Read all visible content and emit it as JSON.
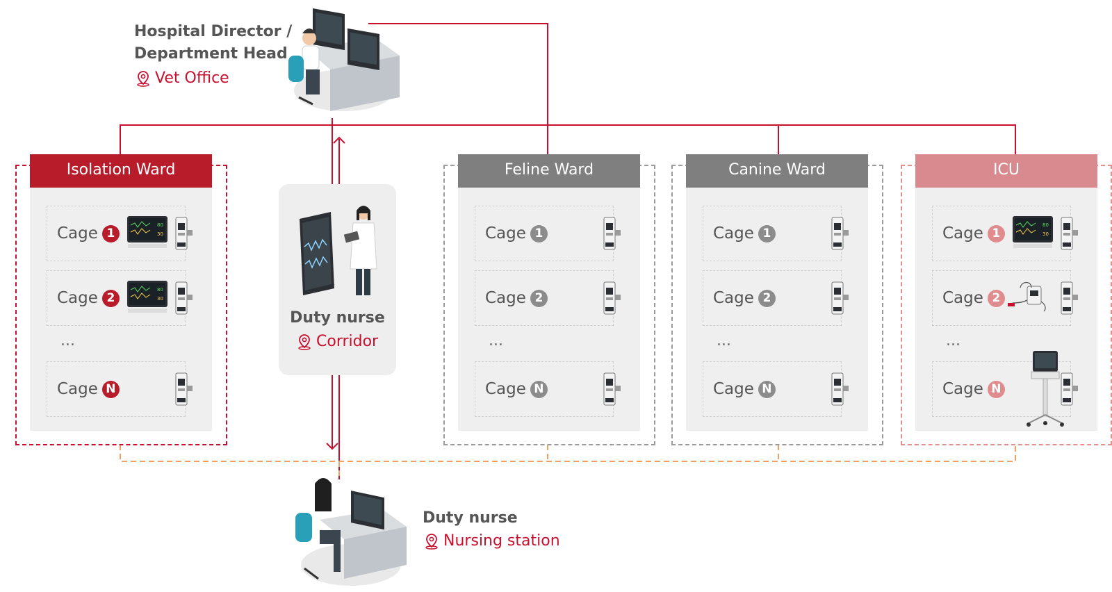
{
  "director": {
    "title_line1": "Hospital Director /",
    "title_line2": "Department Head",
    "location": "Vet Office"
  },
  "corridor_nurse": {
    "title": "Duty nurse",
    "location": "Corridor"
  },
  "station_nurse": {
    "title": "Duty nurse",
    "location": "Nursing station"
  },
  "ellipsis": "...",
  "cage_word": "Cage",
  "badges": [
    "1",
    "2",
    "N"
  ],
  "wards": [
    {
      "name": "Isolation Ward",
      "header_color": "#b81c2a",
      "border_color": "#c8102e",
      "badge_color": "#b81c2a"
    },
    {
      "name": "Feline Ward",
      "header_color": "#7f7f7f",
      "border_color": "#9a9a9a",
      "badge_color": "#8c8c8c"
    },
    {
      "name": "Canine Ward",
      "header_color": "#7f7f7f",
      "border_color": "#9a9a9a",
      "badge_color": "#8c8c8c"
    },
    {
      "name": "ICU",
      "header_color": "#d98a8e",
      "border_color": "#e0908f",
      "badge_color": "#e08c8f"
    }
  ],
  "colors": {
    "accent": "#c8102e",
    "orange_dashed": "#f0a060",
    "nurse_panel": "#eeeeee"
  }
}
